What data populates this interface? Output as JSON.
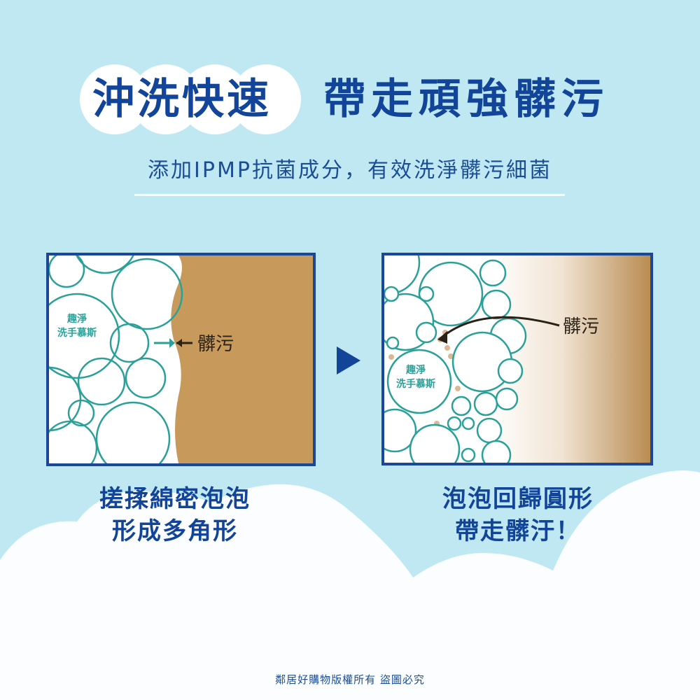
{
  "header": {
    "title_highlight": "沖洗快速",
    "title_main": "帶走頑強髒污",
    "subtitle": "添加IPMP抗菌成分，有效洗淨髒污細菌"
  },
  "panels": [
    {
      "id": "before",
      "brand_label_line1": "趣淨",
      "brand_label_line2": "洗手慕斯",
      "dirt_label": "髒污",
      "caption_line1": "搓揉綿密泡泡",
      "caption_line2": "形成多角形"
    },
    {
      "id": "after",
      "brand_label_line1": "趣淨",
      "brand_label_line2": "洗手慕斯",
      "dirt_label": "髒污",
      "caption_line1": "泡泡回歸圓形",
      "caption_line2": "帶走髒汙！"
    }
  ],
  "transition_icon": "play-triangle-icon",
  "footer": {
    "copyright": "鄰居好購物版權所有  盜圖必究"
  },
  "colors": {
    "background": "#bfe8f3",
    "navy": "#12459a",
    "bubble_stroke": "#2aa198",
    "dirt": "#c79a5c",
    "cloud": "#fbfdff"
  }
}
